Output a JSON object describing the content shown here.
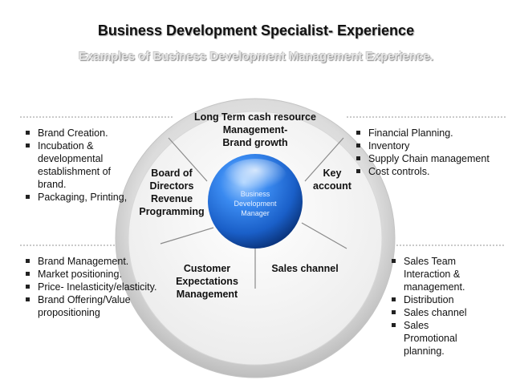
{
  "title": "Business Development Specialist- Experience",
  "subtitle": "Examples of  Business Development Management Experience.",
  "center_label": [
    "Business",
    "Development",
    "Manager"
  ],
  "segments": {
    "top": [
      "Long Term cash resource",
      "Management-",
      "Brand growth"
    ],
    "left": [
      "Board of",
      "Directors",
      "Revenue",
      "Programming"
    ],
    "right": [
      "Key",
      "account"
    ],
    "bottom_left": [
      "Customer",
      "Expectations",
      "Management"
    ],
    "bottom_right": [
      "Sales channel"
    ]
  },
  "lists": {
    "top_left": [
      "Brand Creation.",
      "Incubation &",
      "developmental",
      "establishment of",
      "brand.",
      "Packaging, Printing,"
    ],
    "top_left_bullets": [
      true,
      true,
      false,
      false,
      false,
      true
    ],
    "top_right": [
      "Financial Planning.",
      "Inventory",
      "Supply Chain management",
      "Cost controls."
    ],
    "bottom_left": [
      "Brand Management.",
      "Market positioning.",
      "Price- Inelasticity/elasticity.",
      "Brand Offering/Value",
      "propositioning"
    ],
    "bottom_left_bullets": [
      true,
      true,
      true,
      true,
      false
    ],
    "bottom_right": [
      "Sales Team",
      "Interaction &",
      "management.",
      "Distribution",
      "Sales channel",
      "Sales",
      "Promotional",
      "planning."
    ],
    "bottom_right_bullets": [
      true,
      false,
      false,
      true,
      true,
      true,
      false,
      false
    ]
  },
  "colors": {
    "ring_outer": "#d4d4d4",
    "ring_inner": "#f7f7f7",
    "sphere_light": "#8fc0ff",
    "sphere_mid": "#2e7be0",
    "sphere_dark": "#0b3d91",
    "separator": "#888888",
    "dotted_line": "#b8b8b8"
  }
}
